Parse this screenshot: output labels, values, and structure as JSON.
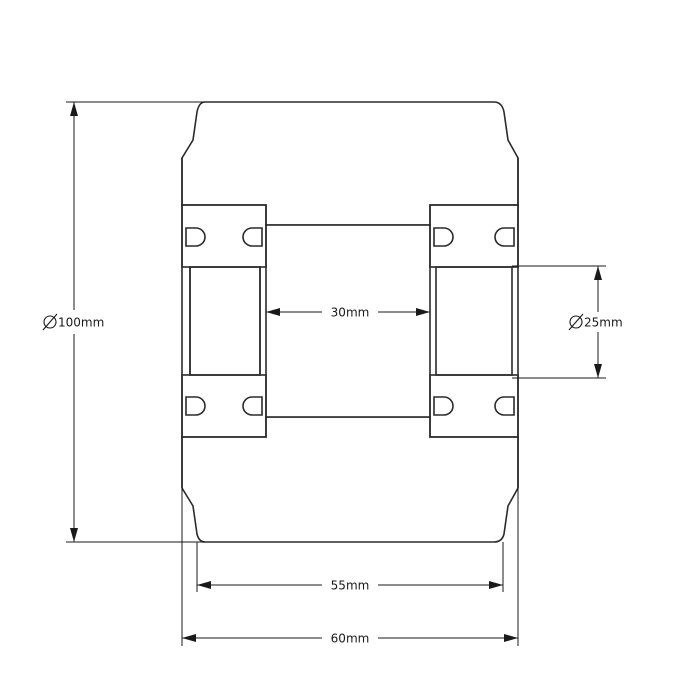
{
  "diagram": {
    "dimensions": {
      "outer_diameter": "100mm",
      "bore_diameter": "25mm",
      "inner_gap": "30mm",
      "tread_width": "55mm",
      "overall_width": "60mm"
    }
  },
  "colors": {
    "line": "#2b2b2b",
    "background": "#ffffff"
  }
}
